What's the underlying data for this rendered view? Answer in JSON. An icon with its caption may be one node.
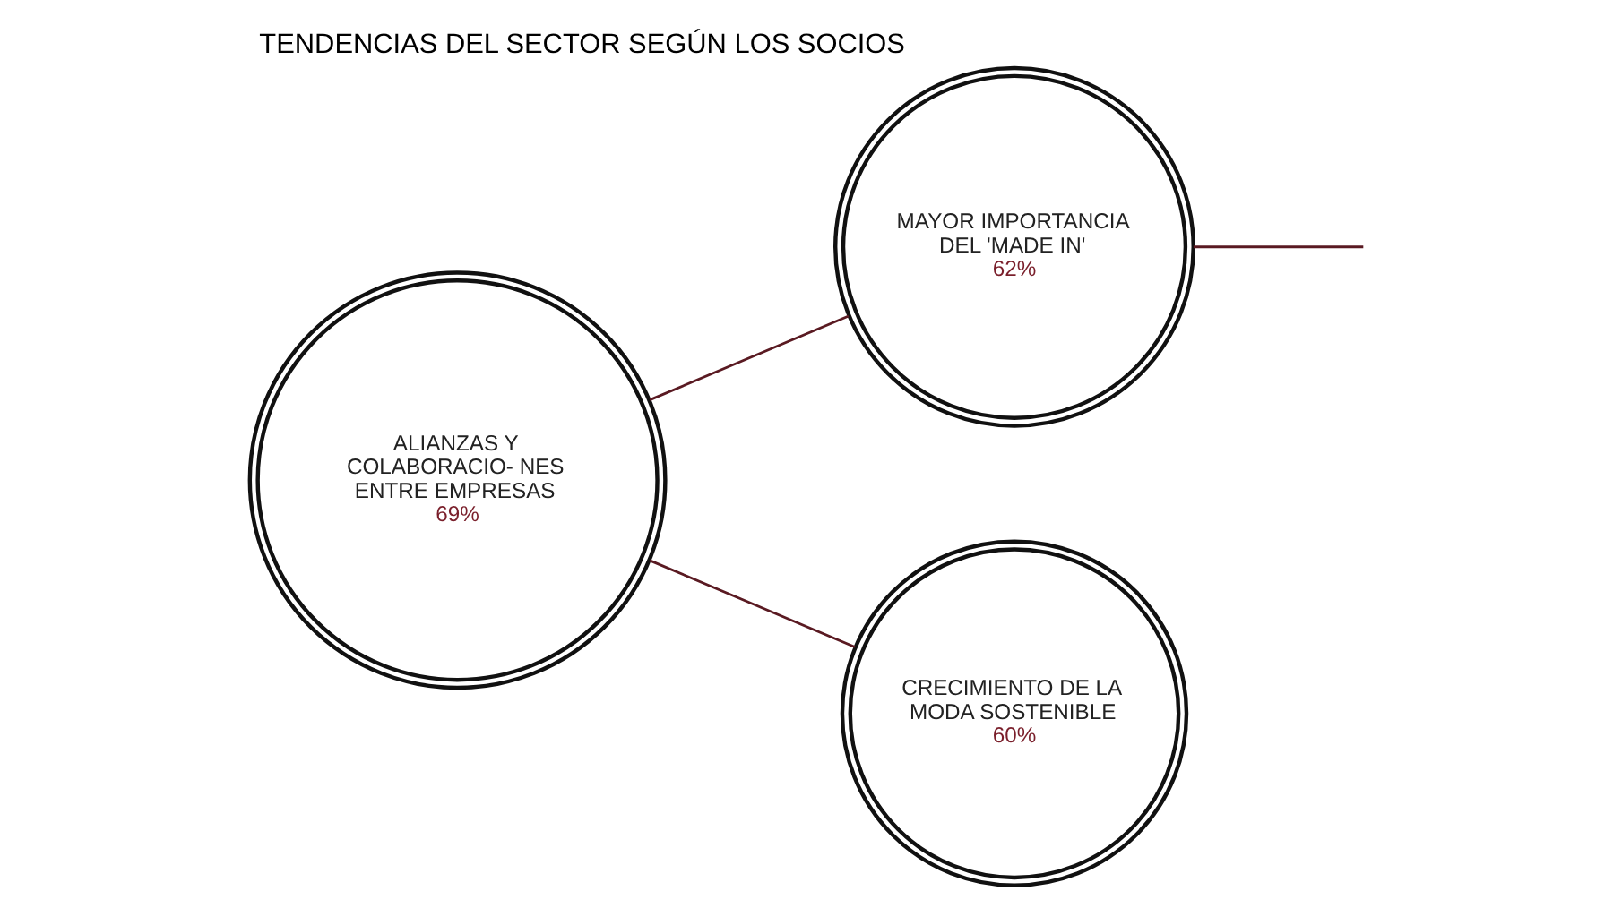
{
  "diagram": {
    "title": "TENDENCIAS DEL SECTOR SEGÚN LOS SOCIOS",
    "nodes": [
      {
        "text": [
          "ALIANZAS Y COLABORACIO- NES ENTRE EMPRESAS",
          "69%"
        ]
      },
      {
        "text": [
          "MAYOR IMPORTANCIA DEL 'MADE IN'",
          "62%"
        ]
      },
      {
        "text": [
          "CRECIMIENTO DE LA MODA SOSTENIBLE",
          "60%"
        ]
      }
    ],
    "edges": [
      {
        "from": 0,
        "to": 1,
        "arrow": "none"
      },
      {
        "from": 1,
        "to": null,
        "arrow": "none"
      },
      {
        "from": 0,
        "to": 2,
        "arrow": "none"
      }
    ]
  }
}
